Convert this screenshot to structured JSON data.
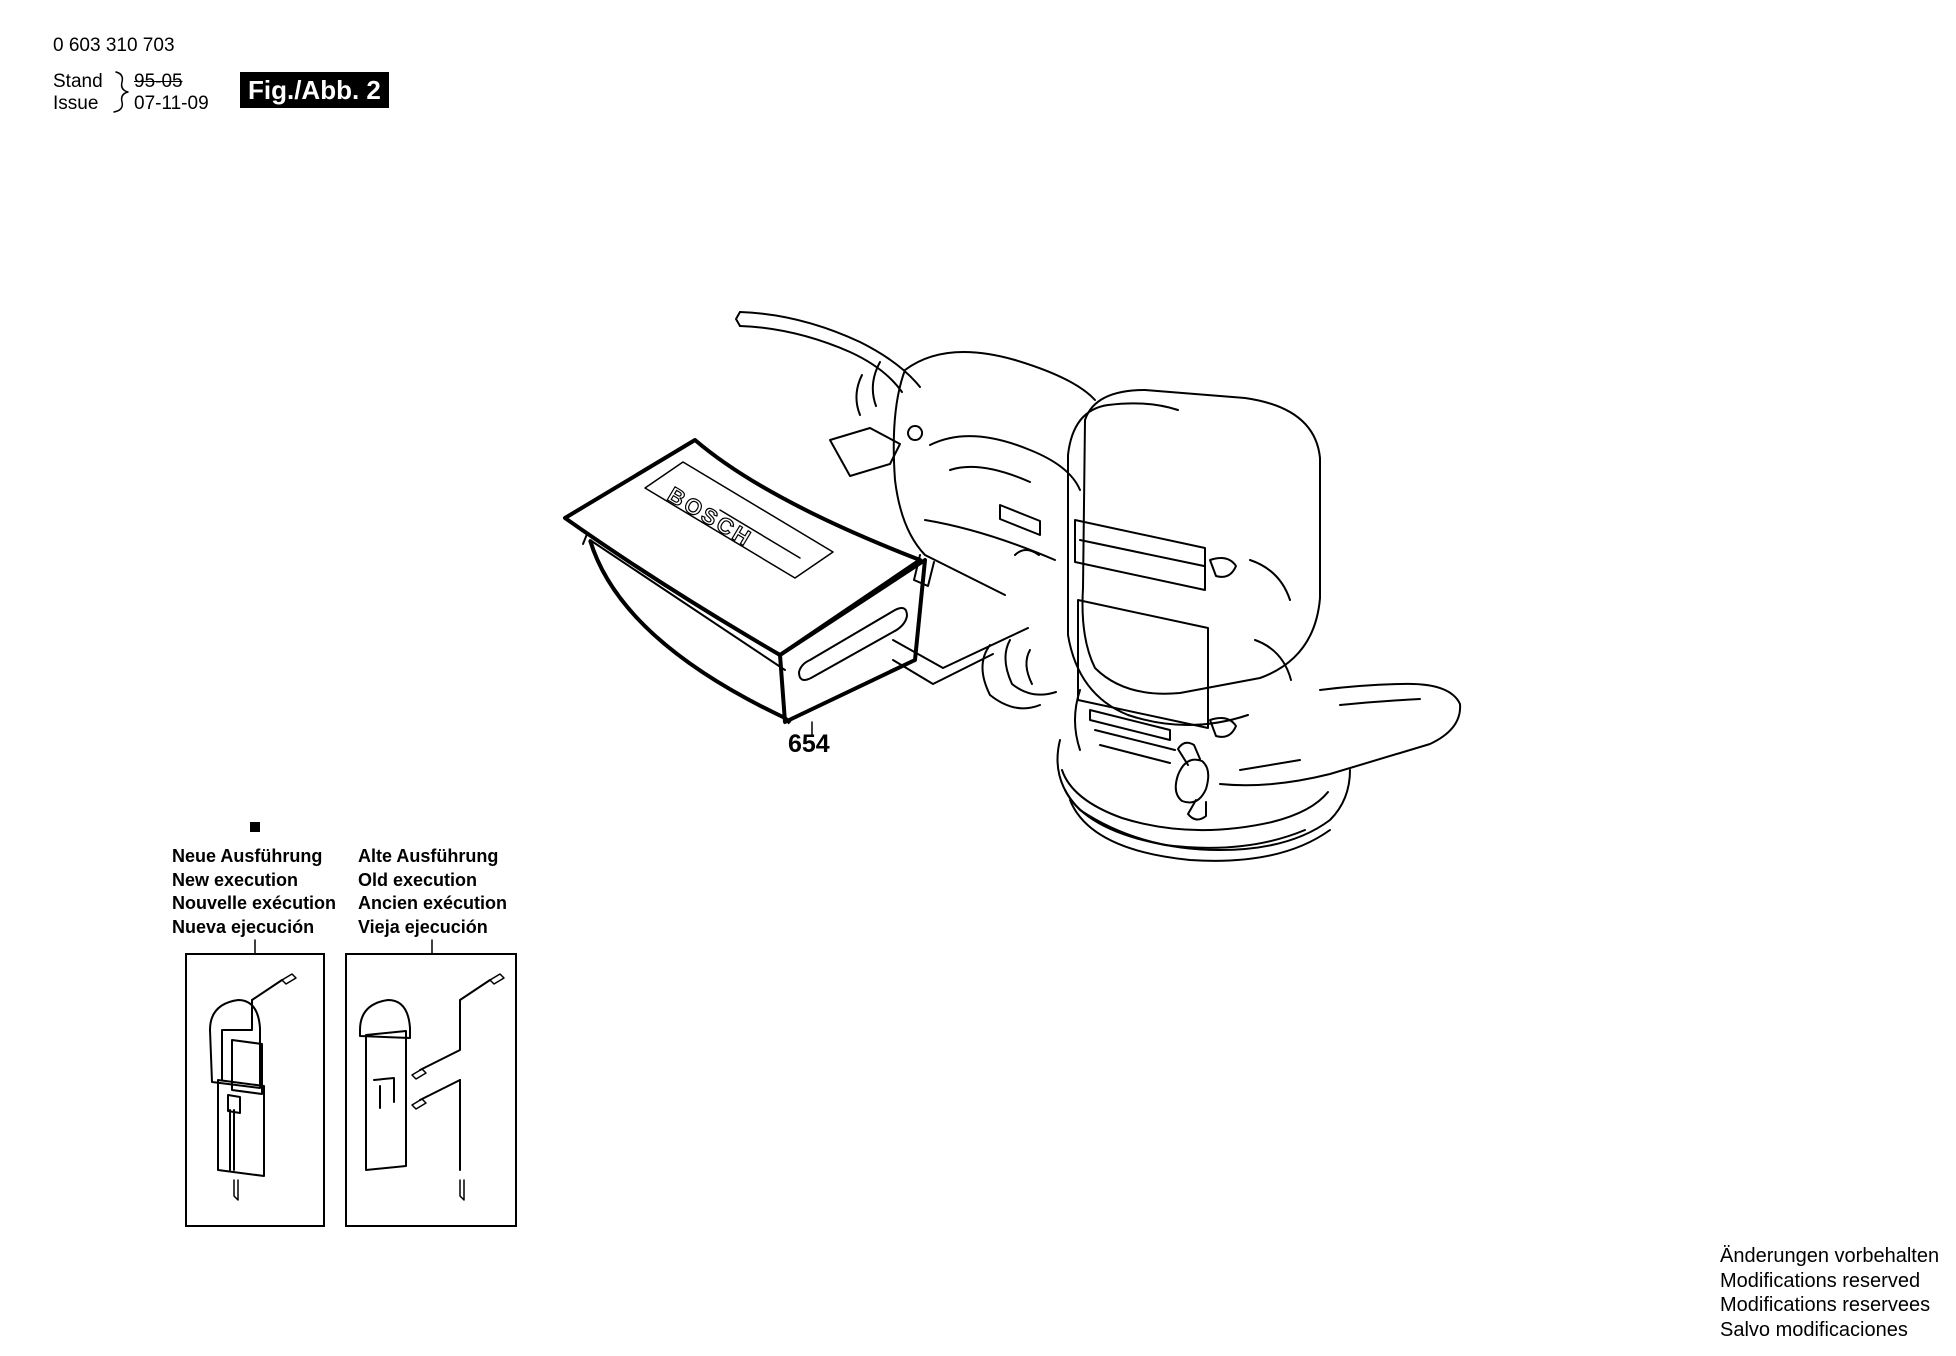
{
  "header": {
    "part_number": "0 603 310 703",
    "stand_label": "Stand",
    "issue_label": "Issue",
    "old_date": "95-05",
    "issue_date": "07-11-09",
    "figure_label": "Fig./Abb. 2"
  },
  "parts": [
    {
      "number": "654"
    }
  ],
  "bag_brand": "BOSCH",
  "legend": {
    "new": [
      "Neue Ausführung",
      "New execution",
      "Nouvelle exécution",
      "Nueva ejecución"
    ],
    "old": [
      "Alte Ausführung",
      "Old execution",
      "Ancien exécution",
      "Vieja ejecución"
    ]
  },
  "footer": [
    "Änderungen vorbehalten",
    "Modifications reserved",
    "Modifications reservees",
    "Salvo modificaciones"
  ]
}
